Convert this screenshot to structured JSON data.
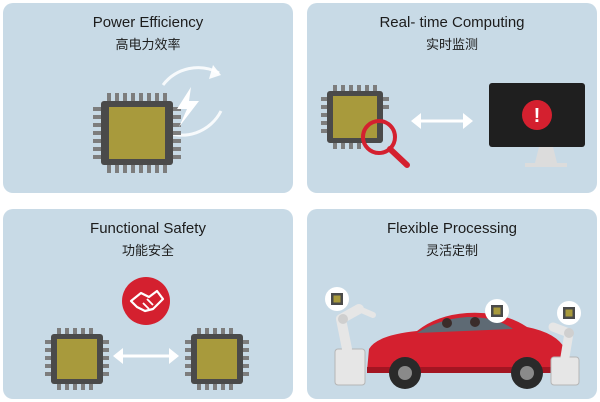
{
  "panels": [
    {
      "title_en": "Power Efficiency",
      "title_zh": "高电力效率"
    },
    {
      "title_en": "Real- time Computing",
      "title_zh": "实时监测"
    },
    {
      "title_en": "Functional Safety",
      "title_zh": "功能安全"
    },
    {
      "title_en": "Flexible Processing",
      "title_zh": "灵活定制"
    }
  ],
  "icons": {
    "alert_glyph": "!",
    "bolt": "lightning-bolt-icon",
    "recycle": "circular-arrows-icon",
    "magnifier": "magnifier-icon",
    "monitor": "monitor-alert-icon",
    "handshake": "handshake-icon",
    "car": "sports-car-icon",
    "robot": "robot-arm-icon"
  },
  "colors": {
    "panel": "#c8dae6",
    "chip_body": "#4a4a4a",
    "chip_die": "#a89a3c",
    "accent_red": "#d4202f",
    "monitor": "#1f1f1f"
  }
}
